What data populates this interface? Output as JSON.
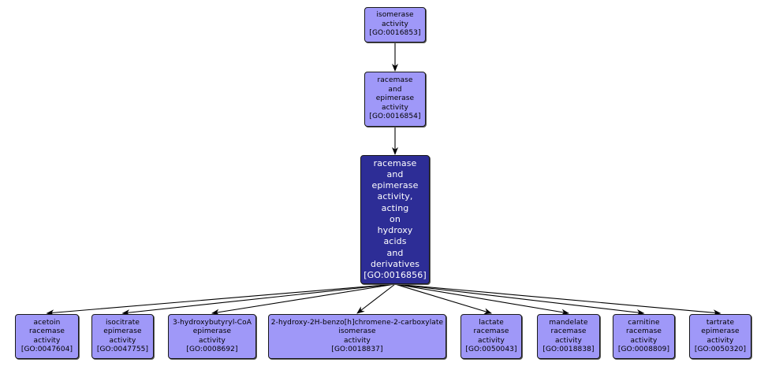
{
  "colors": {
    "node_fill": "#9f98f8",
    "focus_fill": "#2d2d96",
    "edge": "#000000",
    "focus_text": "#ffffff"
  },
  "nodes": [
    {
      "id": "GO:0016853",
      "lines": [
        "isomerase",
        "activity",
        "[GO:0016853]"
      ]
    },
    {
      "id": "GO:0016854",
      "lines": [
        "racemase",
        "and",
        "epimerase",
        "activity",
        "[GO:0016854]"
      ]
    },
    {
      "id": "GO:0016856",
      "lines": [
        "racemase",
        "and",
        "epimerase",
        "activity,",
        "acting",
        "on",
        "hydroxy",
        "acids",
        "and",
        "derivatives",
        "[GO:0016856]"
      ],
      "focus": true
    },
    {
      "id": "GO:0047604",
      "lines": [
        "acetoin",
        "racemase",
        "activity",
        "[GO:0047604]"
      ]
    },
    {
      "id": "GO:0047755",
      "lines": [
        "isocitrate",
        "epimerase",
        "activity",
        "[GO:0047755]"
      ]
    },
    {
      "id": "GO:0008692",
      "lines": [
        "3-hydroxybutyryl-CoA",
        "epimerase",
        "activity",
        "[GO:0008692]"
      ]
    },
    {
      "id": "GO:0018837",
      "lines": [
        "2-hydroxy-2H-benzo[h]chromene-2-carboxylate",
        "isomerase",
        "activity",
        "[GO:0018837]"
      ]
    },
    {
      "id": "GO:0050043",
      "lines": [
        "lactate",
        "racemase",
        "activity",
        "[GO:0050043]"
      ]
    },
    {
      "id": "GO:0018838",
      "lines": [
        "mandelate",
        "racemase",
        "activity",
        "[GO:0018838]"
      ]
    },
    {
      "id": "GO:0008809",
      "lines": [
        "carnitine",
        "racemase",
        "activity",
        "[GO:0008809]"
      ]
    },
    {
      "id": "GO:0050320",
      "lines": [
        "tartrate",
        "epimerase",
        "activity",
        "[GO:0050320]"
      ]
    }
  ],
  "edges": [
    [
      "GO:0016853",
      "GO:0016854"
    ],
    [
      "GO:0016854",
      "GO:0016856"
    ],
    [
      "GO:0016856",
      "GO:0047604"
    ],
    [
      "GO:0016856",
      "GO:0047755"
    ],
    [
      "GO:0016856",
      "GO:0008692"
    ],
    [
      "GO:0016856",
      "GO:0018837"
    ],
    [
      "GO:0016856",
      "GO:0050043"
    ],
    [
      "GO:0016856",
      "GO:0018838"
    ],
    [
      "GO:0016856",
      "GO:0008809"
    ],
    [
      "GO:0016856",
      "GO:0050320"
    ]
  ]
}
